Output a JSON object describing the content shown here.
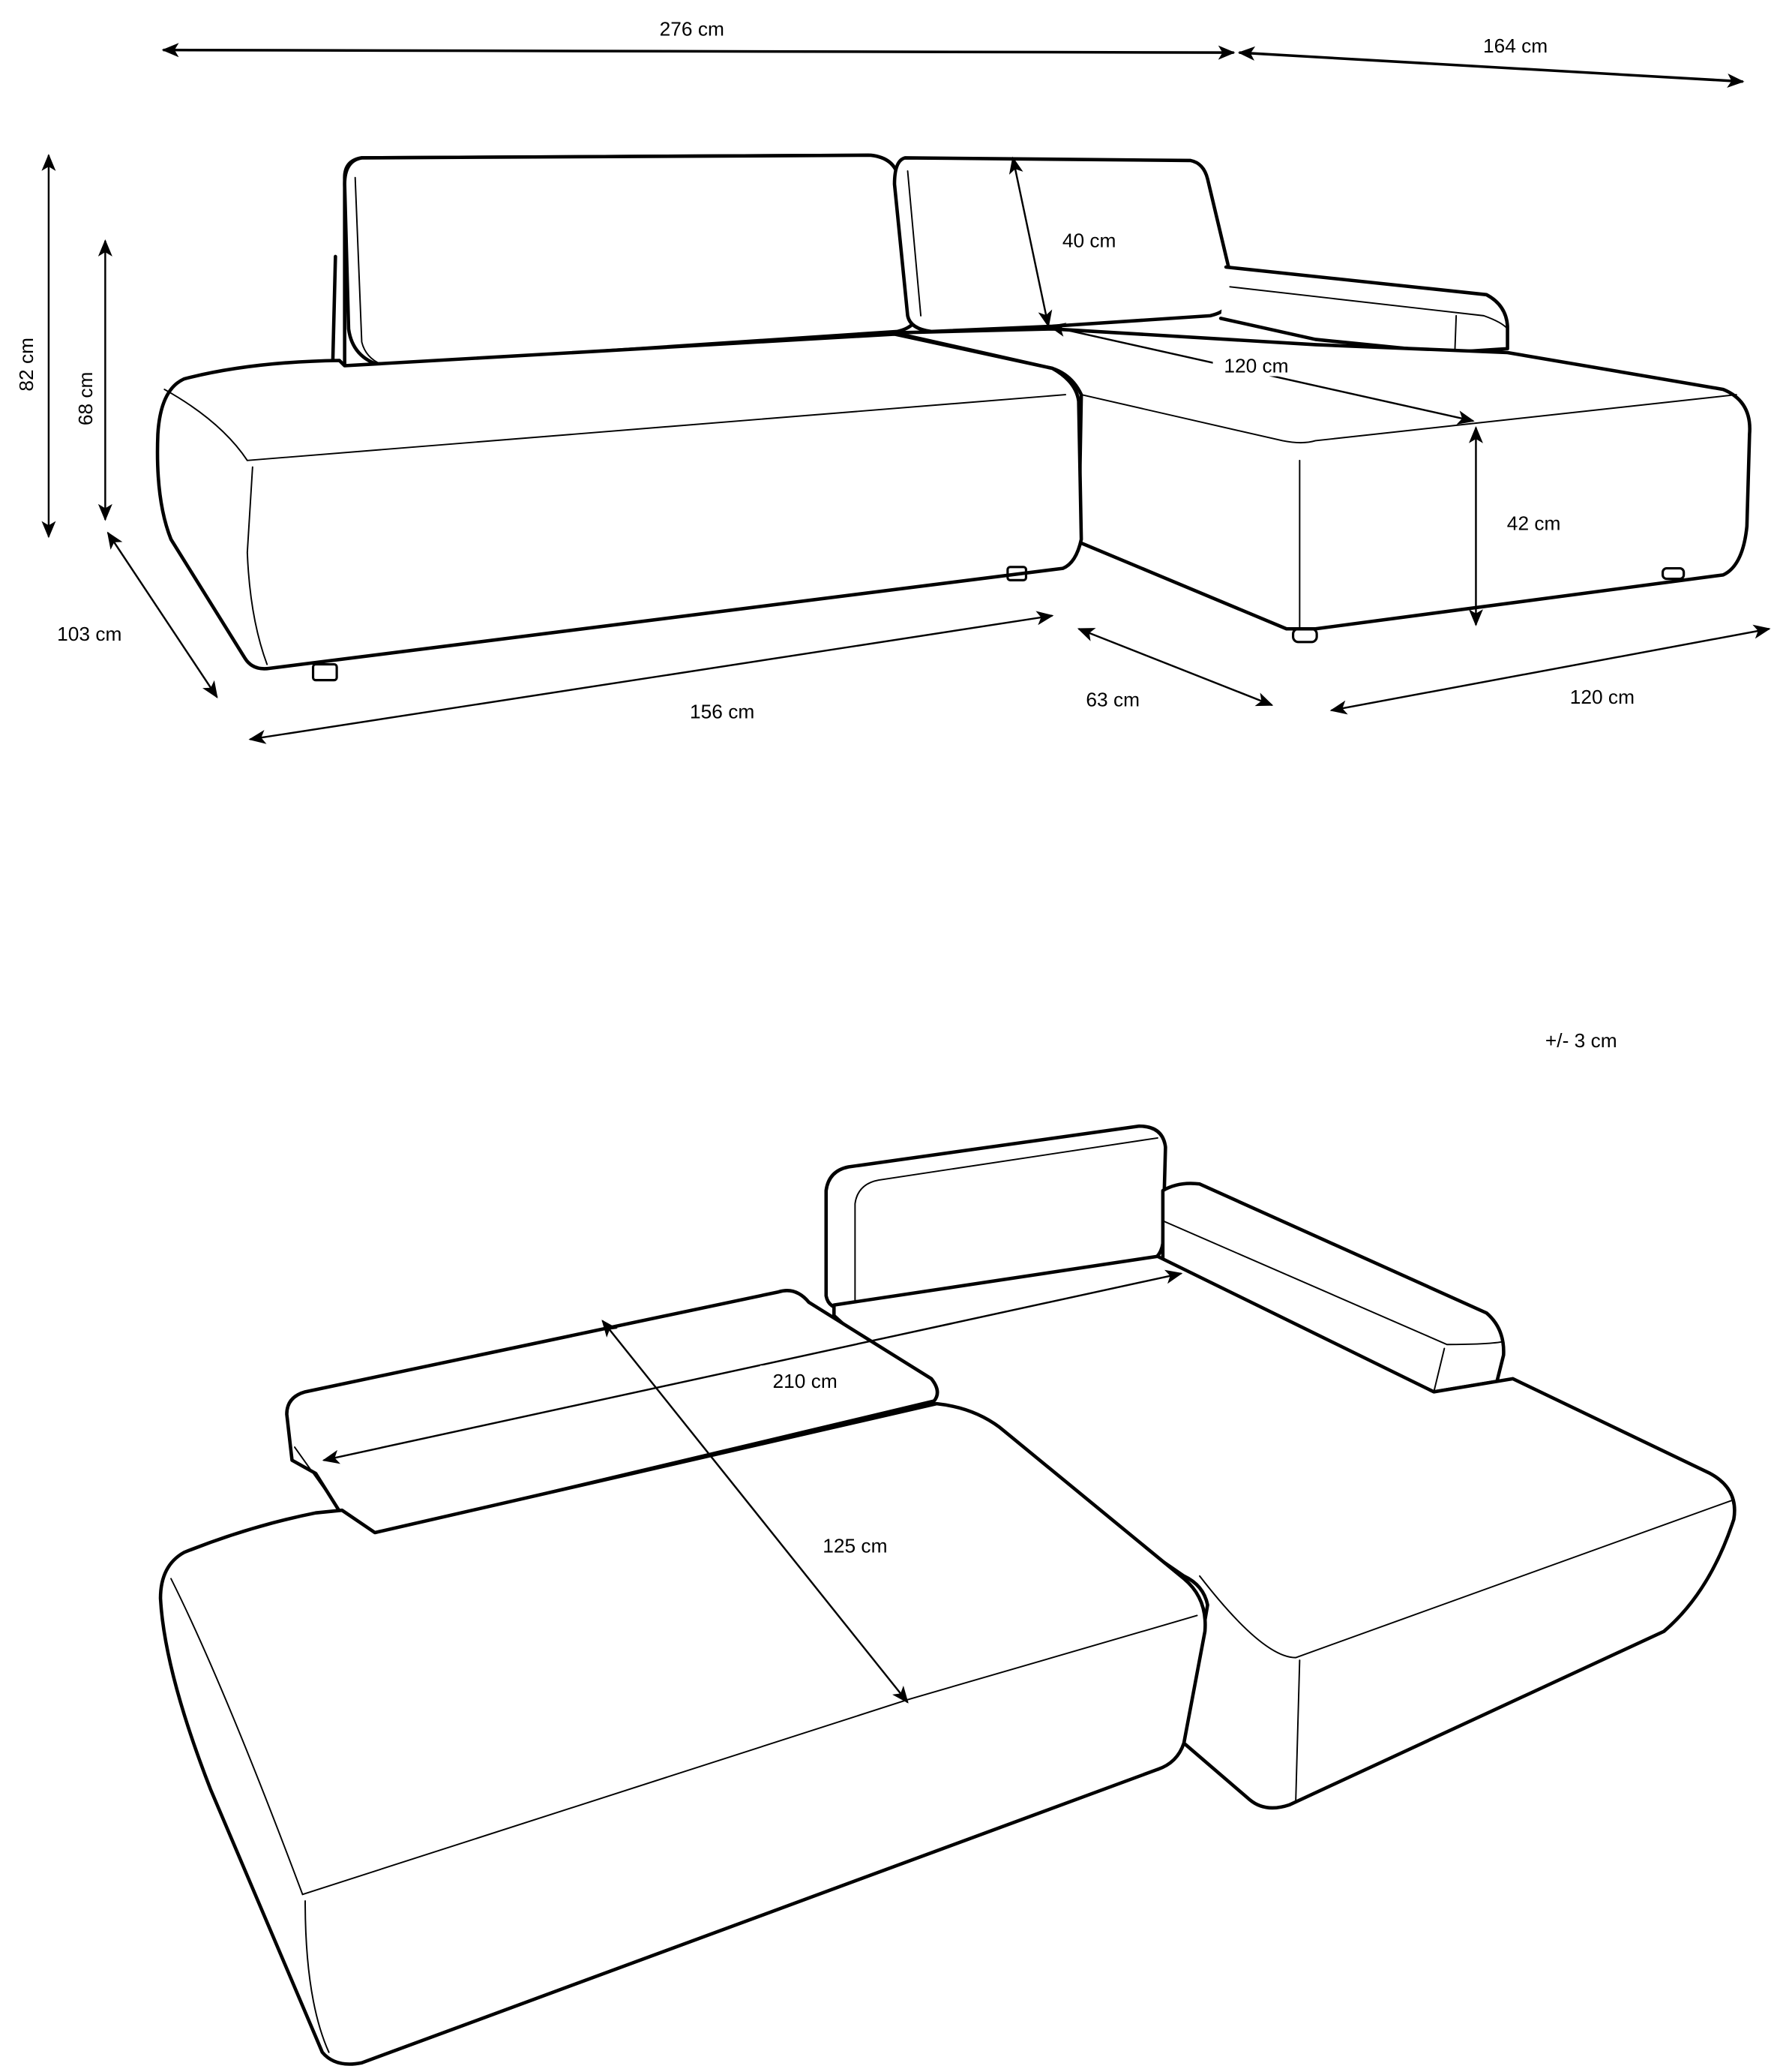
{
  "diagram": {
    "type": "product-dimension-drawing",
    "subject": "L-shaped corner sofa",
    "views": [
      {
        "id": "assembled-view",
        "dimensions": {
          "total_width": "276 cm",
          "chaise_depth_total": "164 cm",
          "total_height": "82 cm",
          "seat_back_height": "68 cm",
          "depth": "103 cm",
          "main_section_length": "156 cm",
          "cushion_height": "40 cm",
          "chaise_length": "120 cm",
          "seat_height": "42 cm",
          "seat_depth": "63 cm",
          "chaise_width": "120 cm"
        }
      },
      {
        "id": "bed-view",
        "dimensions": {
          "bed_length": "210 cm",
          "bed_width": "125 cm"
        }
      }
    ],
    "tolerance": "+/- 3 cm"
  },
  "colors": {
    "line": "#000000",
    "background": "#ffffff"
  }
}
